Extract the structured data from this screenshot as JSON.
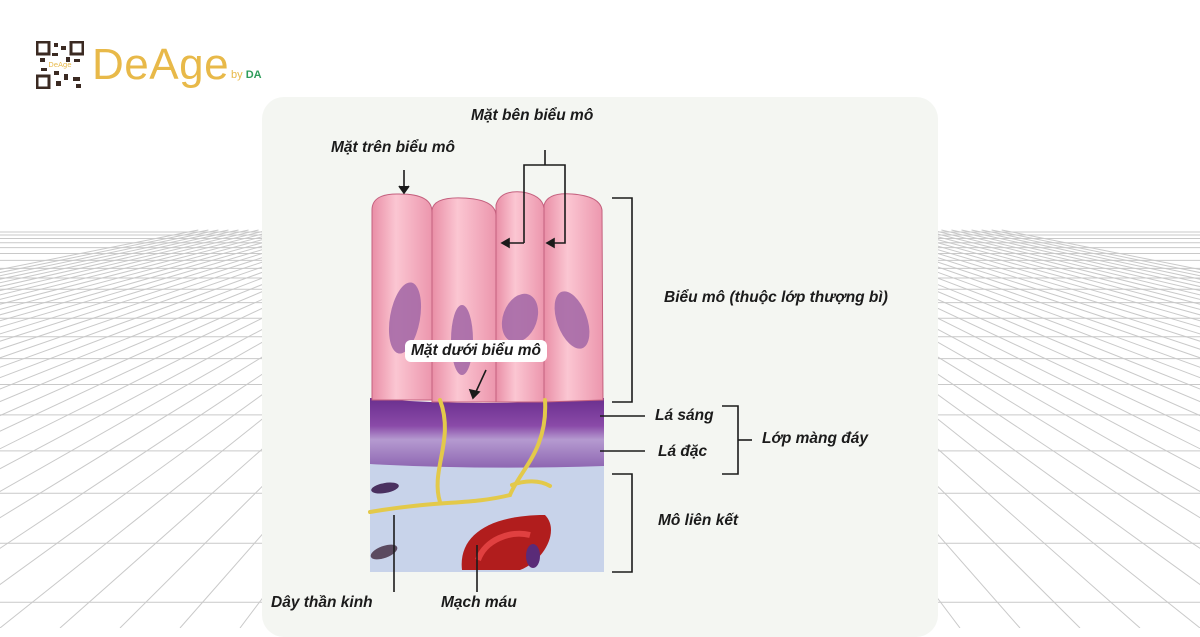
{
  "logo": {
    "brand": "DeAge",
    "by": "by",
    "by_brand": "DA",
    "qr_text": "DeAge",
    "brand_color": "#e8b949",
    "by_color": "#2e9c5a"
  },
  "labels": {
    "lateral": "Mặt bên biểu mô",
    "apical": "Mặt trên biểu mô",
    "epithelium": "Biểu mô (thuộc lớp thượng bì)",
    "basal": "Mặt dưới biểu mô",
    "lamina_lucida": "Lá sáng",
    "lamina_densa": "Lá đặc",
    "basement_membrane": "Lớp màng đáy",
    "connective_tissue": "Mô liên kết",
    "nerve": "Dây thần kinh",
    "blood_vessel": "Mạch máu"
  },
  "colors": {
    "cell": "#f4a9be",
    "nucleus": "#a86aa8",
    "basal_layer": "#7b3d99",
    "connective": "#c9d4ea",
    "nerve": "#e3c94a",
    "vessel": "#b01e1e"
  }
}
